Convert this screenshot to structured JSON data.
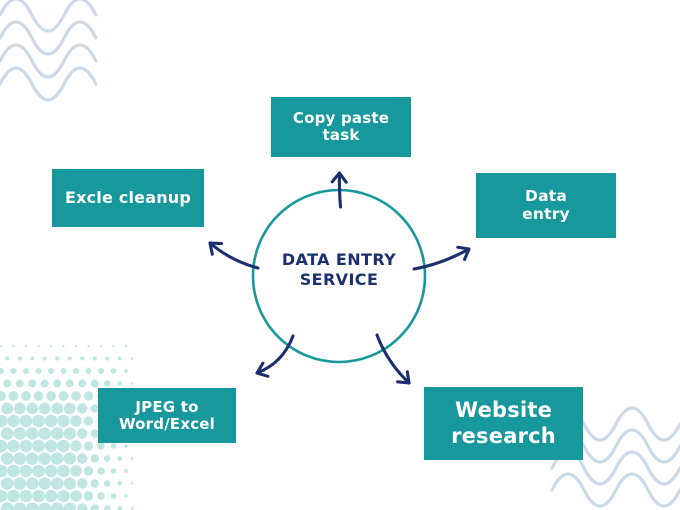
{
  "palette": {
    "teal": "#17989d",
    "navy": "#1c2f6e",
    "wave_line": "#cdd9e6",
    "halftone_dot": "#c0e6e2",
    "background": "#ffffff",
    "node_text": "#ffffff"
  },
  "hub": {
    "line1": "DATA ENTRY",
    "line2": "SERVICE"
  },
  "nodes": {
    "copy_paste_task": {
      "line1": "Copy paste",
      "line2": "task"
    },
    "excel_cleanup": {
      "line1": "Excle cleanup",
      "line2": ""
    },
    "data_entry": {
      "line1": "Data",
      "line2": "entry"
    },
    "jpeg_to_word_excel": {
      "line1": "JPEG to",
      "line2": "Word/Excel"
    },
    "website_research": {
      "line1": "Website",
      "line2": "research"
    }
  }
}
